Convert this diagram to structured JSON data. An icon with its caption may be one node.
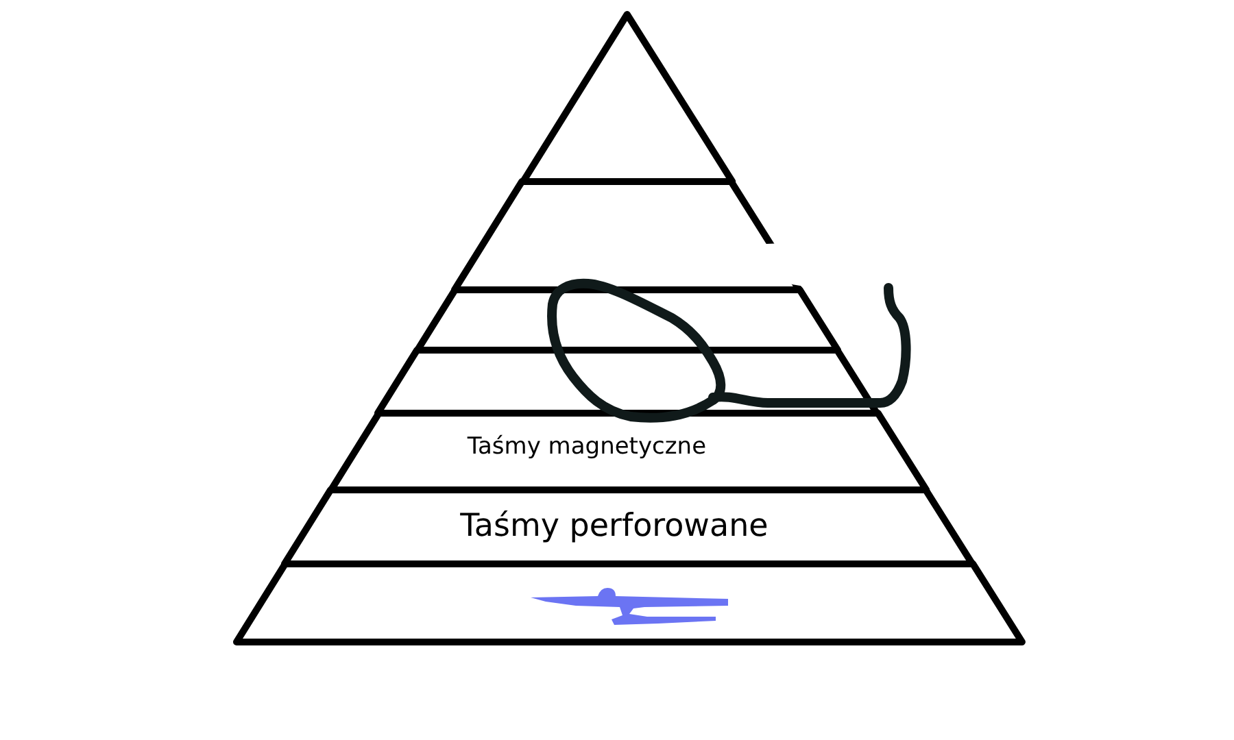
{
  "diagram": {
    "nodes": [
      {
        "text": [],
        "shape": "triangle"
      },
      {
        "text": [],
        "shape": "band"
      },
      {
        "text": [],
        "shape": "band"
      },
      {
        "text": [],
        "shape": "band"
      },
      {
        "text": [
          "Taśmy magnetyczne"
        ]
      },
      {
        "text": [
          "Taśmy perforowane"
        ]
      },
      {
        "text": [],
        "shape": "band"
      }
    ]
  }
}
